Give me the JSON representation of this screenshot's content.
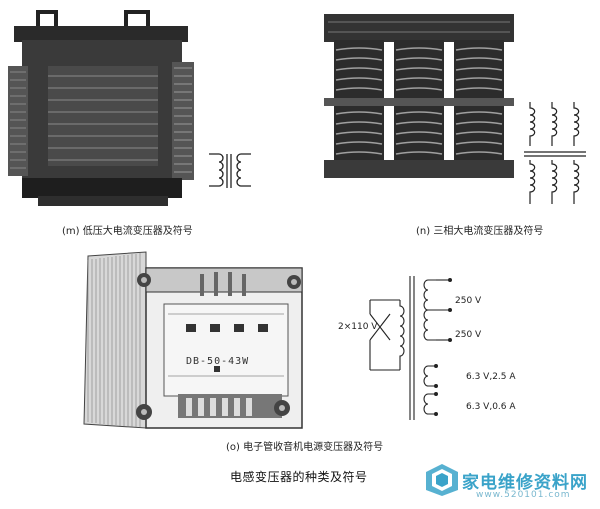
{
  "figure": {
    "caption": "电感变压器的种类及符号",
    "panels": [
      {
        "id": "m",
        "caption": "(m) 低压大电流变压器及符号"
      },
      {
        "id": "n",
        "caption": "(n) 三相大电流变压器及符号"
      },
      {
        "id": "o",
        "caption": "(o) 电子管收音机电源变压器及符号",
        "nameplate": "DB-50-43W",
        "labels": {
          "primary": "2×110 V",
          "secondary_1": "250 V",
          "secondary_2": "250 V",
          "secondary_3": "6.3 V,2.5 A",
          "secondary_4": "6.3 V,0.6 A"
        }
      }
    ]
  },
  "watermark": {
    "text": "家电维修资料网",
    "url": "www.520101.com",
    "color": "#3aa3c9"
  }
}
